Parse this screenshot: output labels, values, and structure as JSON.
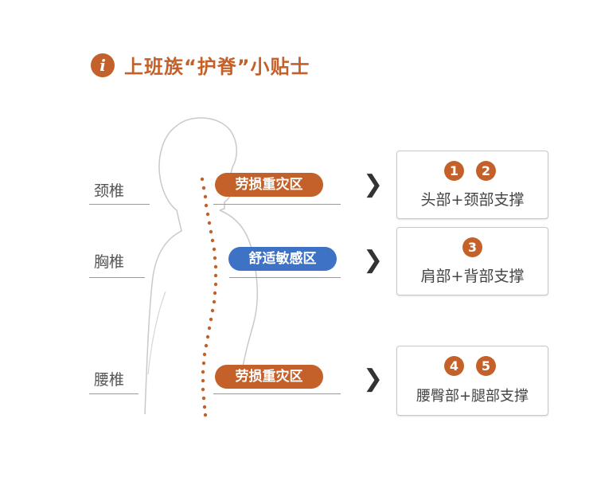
{
  "header": {
    "info_icon": "i",
    "title": "上班族“护脊”小贴士"
  },
  "regions": [
    {
      "name": "颈椎",
      "tag": "劳损重灾区",
      "numbers": [
        "1",
        "2"
      ],
      "support": "头部+颈部支撑"
    },
    {
      "name": "胸椎",
      "tag": "舒适敏感区",
      "numbers": [
        "3"
      ],
      "support": "肩部+背部支撑"
    },
    {
      "name": "腰椎",
      "tag": "劳损重灾区",
      "numbers": [
        "4",
        "5"
      ],
      "support": "腰臀部+腿部支撑"
    }
  ],
  "colors": {
    "accent": "#c4612a",
    "comfort": "#3e72c4"
  },
  "icons": {
    "arrow": "chevron-right-icon",
    "info": "info-icon",
    "figure": "human-silhouette-icon",
    "spine": "spine-dots-icon"
  }
}
